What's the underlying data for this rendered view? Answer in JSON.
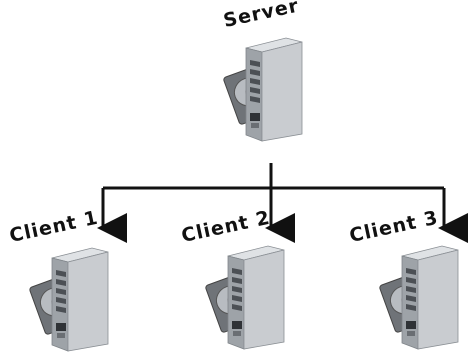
{
  "labels": {
    "server": "Server",
    "client1": "Client 1",
    "client2": "Client 2",
    "client3": "Client 3"
  },
  "colors": {
    "tower_front": "#c9ccd0",
    "tower_side": "#9ea3a8",
    "tower_top": "#dfe2e5",
    "drive_body": "#7d8186",
    "platter": "#b8bcc1",
    "connector": "#111111",
    "badge": "#e8d84a"
  },
  "icons": [
    "server-tower-icon",
    "hard-disk-icon",
    "arrow-down-icon"
  ]
}
